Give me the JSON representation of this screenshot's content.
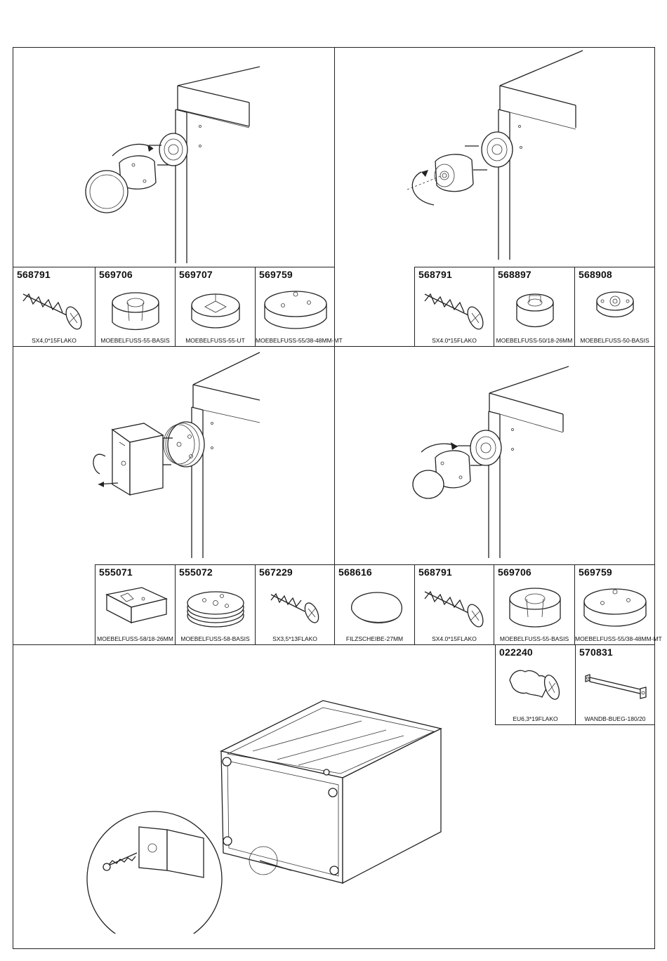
{
  "panels": {
    "top_left_parts": [
      {
        "number": "568791",
        "name": "SX4,0*15FLAKO",
        "icon": "screw-icon"
      },
      {
        "number": "569706",
        "name": "MOEBELFUSS-55-BASIS",
        "icon": "foot-base-icon"
      },
      {
        "number": "569707",
        "name": "MOEBELFUSS-55-UT",
        "icon": "foot-ring-icon"
      },
      {
        "number": "569759",
        "name": "MOEBELFUSS-55/38-48MM-MT",
        "icon": "foot-cap-icon"
      }
    ],
    "top_right_parts": [
      {
        "number": "568791",
        "name": "SX4.0*15FLAKO",
        "icon": "screw-icon"
      },
      {
        "number": "568897",
        "name": "MOEBELFUSS-50/18-26MM",
        "icon": "foot-base-icon"
      },
      {
        "number": "568908",
        "name": "MOEBELFUSS-50-BASIS",
        "icon": "foot-mount-icon"
      }
    ],
    "middle_parts": [
      {
        "number": "555071",
        "name": "MOEBELFUSS-58/18-26MM",
        "icon": "square-foot-icon"
      },
      {
        "number": "555072",
        "name": "MOEBELFUSS-58-BASIS",
        "icon": "disc-stack-icon"
      },
      {
        "number": "567229",
        "name": "SX3,5*13FLAKO",
        "icon": "screw-icon"
      },
      {
        "number": "568616",
        "name": "FILZSCHEIBE-27MM",
        "icon": "felt-pad-icon"
      },
      {
        "number": "568791",
        "name": "SX4.0*15FLAKO",
        "icon": "screw-icon"
      },
      {
        "number": "569706",
        "name": "MOEBELFUSS-55-BASIS",
        "icon": "foot-base-icon"
      },
      {
        "number": "569759",
        "name": "MOEBELFUSS-55/38-48MM-MT",
        "icon": "foot-cap-icon"
      }
    ],
    "bottom_parts": [
      {
        "number": "022240",
        "name": "EU6,3*19FLAKO",
        "icon": "screw-icon"
      },
      {
        "number": "570831",
        "name": "WANDB-BUEG-180/20",
        "icon": "bracket-icon"
      }
    ]
  }
}
